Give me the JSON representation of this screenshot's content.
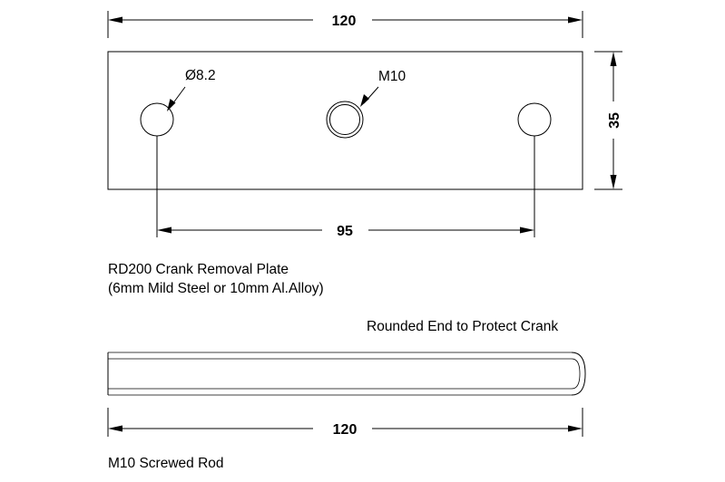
{
  "plate": {
    "width_dimension": "120",
    "height_dimension": "35",
    "hole_spacing_dimension": "95",
    "hole_diameter_label": "Ø8.2",
    "thread_label": "M10",
    "title_line1": "RD200 Crank Removal Plate",
    "title_line2": "(6mm Mild Steel or 10mm Al.Alloy)"
  },
  "rod": {
    "end_note": "Rounded End to Protect Crank",
    "length_dimension": "120",
    "caption": "M10 Screwed Rod"
  },
  "colors": {
    "line": "#000000",
    "background": "#ffffff"
  }
}
